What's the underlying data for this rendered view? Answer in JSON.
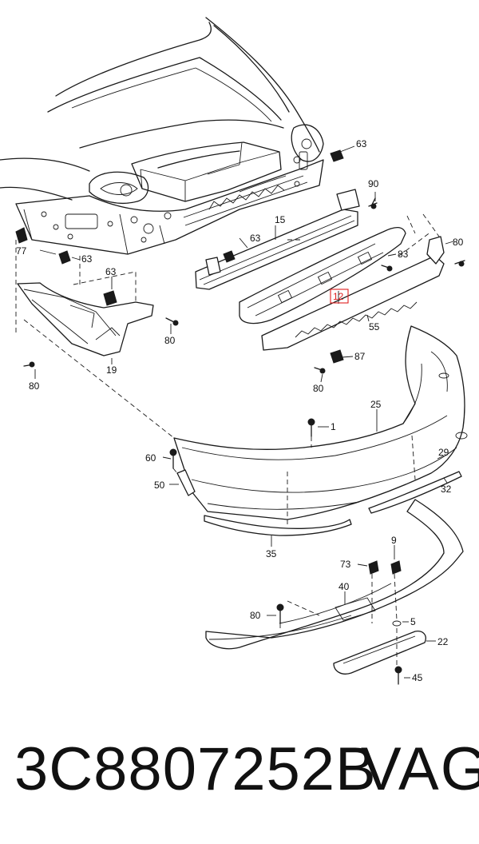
{
  "diagram": {
    "callouts": {
      "c63a": "63",
      "c90": "90",
      "c80a": "80",
      "c83": "83",
      "c15": "15",
      "c63b": "63",
      "c77": "77",
      "c63c": "63",
      "c63d": "63",
      "c80b": "80",
      "c12": "12",
      "c55": "55",
      "c87": "87",
      "c19": "19",
      "c80c": "80",
      "c80d": "80",
      "c25": "25",
      "c1": "1",
      "c29": "29",
      "c32": "32",
      "c60": "60",
      "c50": "50",
      "c35": "35",
      "c9": "9",
      "c73": "73",
      "c40": "40",
      "c80e": "80",
      "c5": "5",
      "c22": "22",
      "c45": "45"
    },
    "highlighted_part": "12",
    "highlight_color": "#e02020"
  },
  "footer": {
    "part_number": "3C8807252B",
    "brand": "VAG"
  }
}
